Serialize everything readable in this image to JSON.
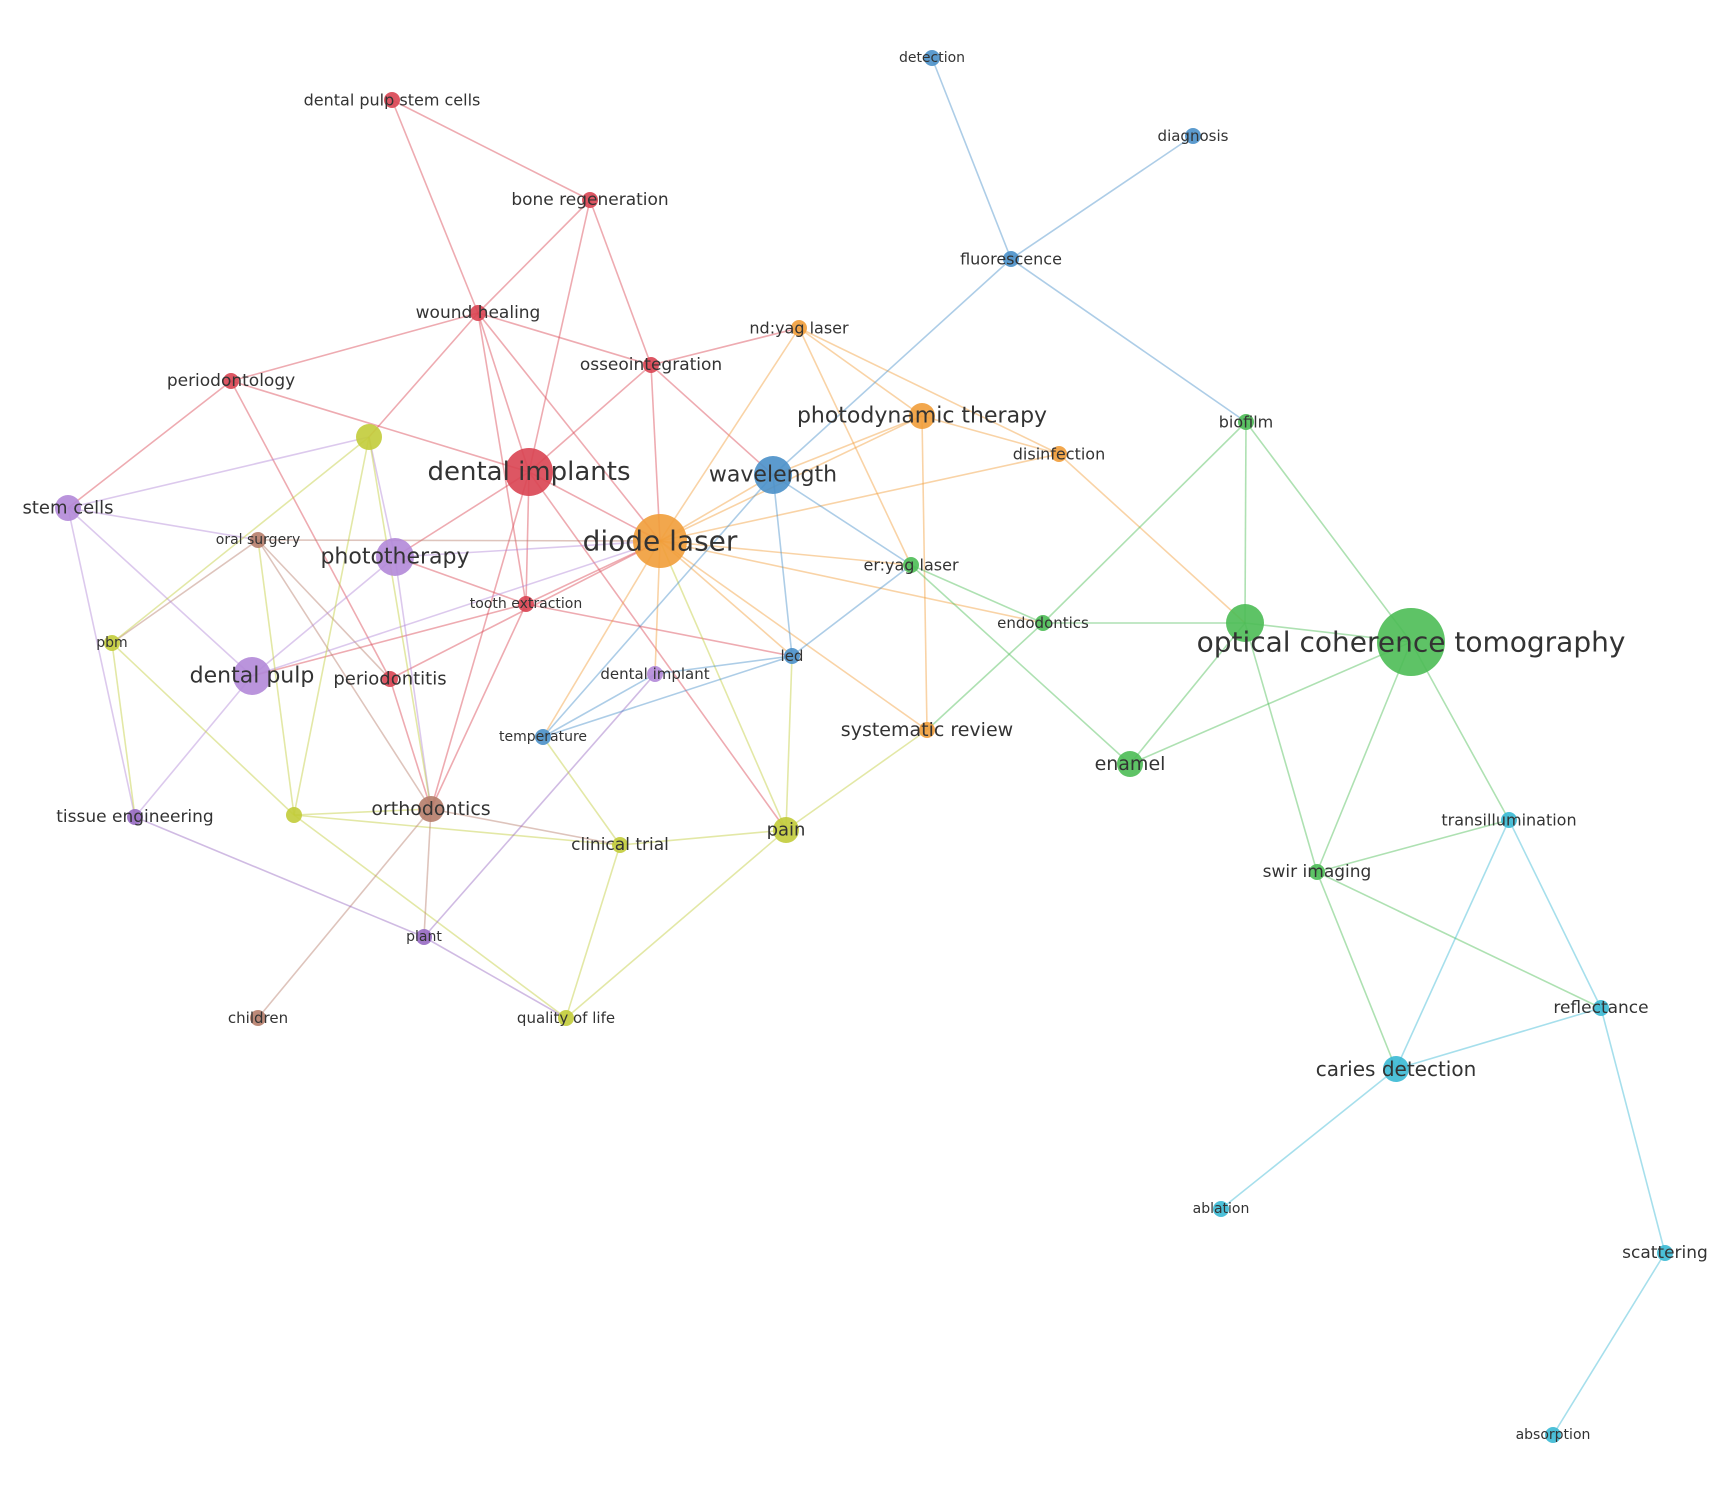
{
  "clusters": {
    "red": "#d94452",
    "orange": "#f19d3a",
    "blue": "#4a90c9",
    "green": "#4cbc55",
    "purple": "#b288d8",
    "yellow": "#c2cc3a",
    "brown": "#b67d6a",
    "cyan": "#3ab9d4",
    "violet": "#9669c2"
  },
  "nodes": [
    {
      "id": "dental-pulp-stem-cells",
      "label": "dental pulp stem cells",
      "cluster": "red",
      "weight": 1
    },
    {
      "id": "bone-regeneration",
      "label": "bone regeneration",
      "cluster": "red",
      "weight": 1
    },
    {
      "id": "wound-healing",
      "label": "wound healing",
      "cluster": "red",
      "weight": 1
    },
    {
      "id": "osseointegration",
      "label": "osseointegration",
      "cluster": "red",
      "weight": 1
    },
    {
      "id": "periodontology",
      "label": "periodontology",
      "cluster": "red",
      "weight": 1
    },
    {
      "id": "dental-implants",
      "label": "dental implants",
      "cluster": "red",
      "weight": 4
    },
    {
      "id": "tooth-extraction",
      "label": "tooth extraction",
      "cluster": "red",
      "weight": 1
    },
    {
      "id": "periodontitis",
      "label": "periodontitis",
      "cluster": "red",
      "weight": 1
    },
    {
      "id": "diode-laser",
      "label": "diode laser",
      "cluster": "orange",
      "weight": 5
    },
    {
      "id": "ndyag-laser",
      "label": "nd:yag laser",
      "cluster": "orange",
      "weight": 1
    },
    {
      "id": "photodynamic-therapy",
      "label": "photodynamic therapy",
      "cluster": "orange",
      "weight": 2
    },
    {
      "id": "disinfection",
      "label": "disinfection",
      "cluster": "orange",
      "weight": 1
    },
    {
      "id": "systematic-review",
      "label": "systematic review",
      "cluster": "orange",
      "weight": 1
    },
    {
      "id": "detection",
      "label": "detection",
      "cluster": "blue",
      "weight": 1
    },
    {
      "id": "diagnosis",
      "label": "diagnosis",
      "cluster": "blue",
      "weight": 1
    },
    {
      "id": "fluorescence",
      "label": "fluorescence",
      "cluster": "blue",
      "weight": 1
    },
    {
      "id": "wavelength",
      "label": "wavelength",
      "cluster": "blue",
      "weight": 3
    },
    {
      "id": "led",
      "label": "led",
      "cluster": "blue",
      "weight": 1
    },
    {
      "id": "temperature",
      "label": "temperature",
      "cluster": "blue",
      "weight": 1
    },
    {
      "id": "biofilm",
      "label": "biofilm",
      "cluster": "green",
      "weight": 1
    },
    {
      "id": "eryag-laser",
      "label": "er:yag laser",
      "cluster": "green",
      "weight": 1
    },
    {
      "id": "endodontics",
      "label": "endodontics",
      "cluster": "green",
      "weight": 1
    },
    {
      "id": "oct-hub",
      "label": "",
      "cluster": "green",
      "weight": 3
    },
    {
      "id": "optical-coherence-tomography",
      "label": "optical coherence tomography",
      "cluster": "green",
      "weight": 6
    },
    {
      "id": "enamel",
      "label": "enamel",
      "cluster": "green",
      "weight": 2
    },
    {
      "id": "swir-imaging",
      "label": "swir imaging",
      "cluster": "green",
      "weight": 1
    },
    {
      "id": "stem-cells",
      "label": "stem cells",
      "cluster": "purple",
      "weight": 2
    },
    {
      "id": "phototherapy",
      "label": "phototherapy",
      "cluster": "purple",
      "weight": 3
    },
    {
      "id": "dental-pulp",
      "label": "dental pulp",
      "cluster": "purple",
      "weight": 3
    },
    {
      "id": "dental-implant",
      "label": "dental implant",
      "cluster": "purple",
      "weight": 1
    },
    {
      "id": "tissue-engineering",
      "label": "tissue engineering",
      "cluster": "violet",
      "weight": 1
    },
    {
      "id": "pbm",
      "label": "pbm",
      "cluster": "yellow",
      "weight": 1
    },
    {
      "id": "yellow-hub-top",
      "label": "",
      "cluster": "yellow",
      "weight": 2
    },
    {
      "id": "yellow-hub-bottom",
      "label": "",
      "cluster": "yellow",
      "weight": 1
    },
    {
      "id": "clinical-trial",
      "label": "clinical trial",
      "cluster": "yellow",
      "weight": 1
    },
    {
      "id": "pain",
      "label": "pain",
      "cluster": "yellow",
      "weight": 2
    },
    {
      "id": "quality-of-life",
      "label": "quality of life",
      "cluster": "yellow",
      "weight": 1
    },
    {
      "id": "plant",
      "label": "plant",
      "cluster": "violet",
      "weight": 1
    },
    {
      "id": "oral-surgery",
      "label": "oral surgery",
      "cluster": "brown",
      "weight": 1
    },
    {
      "id": "orthodontics",
      "label": "orthodontics",
      "cluster": "brown",
      "weight": 2
    },
    {
      "id": "children",
      "label": "children",
      "cluster": "brown",
      "weight": 1
    },
    {
      "id": "transillumination",
      "label": "transillumination",
      "cluster": "cyan",
      "weight": 1
    },
    {
      "id": "reflectance",
      "label": "reflectance",
      "cluster": "cyan",
      "weight": 1
    },
    {
      "id": "caries-detection",
      "label": "caries detection",
      "cluster": "cyan",
      "weight": 2
    },
    {
      "id": "ablation",
      "label": "ablation",
      "cluster": "cyan",
      "weight": 1
    },
    {
      "id": "scattering",
      "label": "scattering",
      "cluster": "cyan",
      "weight": 1
    },
    {
      "id": "absorption",
      "label": "absorption",
      "cluster": "cyan",
      "weight": 1
    }
  ],
  "edges": [
    [
      "dental-pulp-stem-cells",
      "bone-regeneration"
    ],
    [
      "dental-pulp-stem-cells",
      "wound-healing"
    ],
    [
      "bone-regeneration",
      "wound-healing"
    ],
    [
      "bone-regeneration",
      "osseointegration"
    ],
    [
      "bone-regeneration",
      "dental-implants"
    ],
    [
      "wound-healing",
      "periodontology"
    ],
    [
      "wound-healing",
      "dental-implants"
    ],
    [
      "wound-healing",
      "diode-laser"
    ],
    [
      "wound-healing",
      "osseointegration"
    ],
    [
      "wound-healing",
      "yellow-hub-top"
    ],
    [
      "wound-healing",
      "tooth-extraction"
    ],
    [
      "osseointegration",
      "dental-implants"
    ],
    [
      "osseointegration",
      "diode-laser"
    ],
    [
      "osseointegration",
      "ndyag-laser"
    ],
    [
      "osseointegration",
      "wavelength"
    ],
    [
      "periodontology",
      "dental-implants"
    ],
    [
      "periodontology",
      "periodontitis"
    ],
    [
      "periodontology",
      "stem-cells"
    ],
    [
      "dental-implants",
      "diode-laser"
    ],
    [
      "dental-implants",
      "phototherapy"
    ],
    [
      "dental-implants",
      "pain"
    ],
    [
      "dental-implants",
      "orthodontics"
    ],
    [
      "dental-implants",
      "tooth-extraction"
    ],
    [
      "tooth-extraction",
      "phototherapy"
    ],
    [
      "tooth-extraction",
      "diode-laser"
    ],
    [
      "tooth-extraction",
      "orthodontics"
    ],
    [
      "tooth-extraction",
      "dental-pulp"
    ],
    [
      "tooth-extraction",
      "led"
    ],
    [
      "periodontitis",
      "orthodontics"
    ],
    [
      "periodontitis",
      "diode-laser"
    ],
    [
      "oral-surgery",
      "orthodontics"
    ],
    [
      "oral-surgery",
      "periodontitis"
    ],
    [
      "oral-surgery",
      "pbm"
    ],
    [
      "oral-surgery",
      "diode-laser"
    ],
    [
      "stem-cells",
      "oral-surgery"
    ],
    [
      "stem-cells",
      "dental-pulp"
    ],
    [
      "stem-cells",
      "tissue-engineering"
    ],
    [
      "stem-cells",
      "yellow-hub-top"
    ],
    [
      "phototherapy",
      "dental-pulp"
    ],
    [
      "phototherapy",
      "orthodontics"
    ],
    [
      "phototherapy",
      "yellow-hub-top"
    ],
    [
      "phototherapy",
      "diode-laser"
    ],
    [
      "dental-pulp",
      "tissue-engineering"
    ],
    [
      "dental-pulp",
      "diode-laser"
    ],
    [
      "pbm",
      "yellow-hub-top"
    ],
    [
      "pbm",
      "tissue-engineering"
    ],
    [
      "pbm",
      "yellow-hub-bottom"
    ],
    [
      "yellow-hub-top",
      "yellow-hub-bottom"
    ],
    [
      "yellow-hub-top",
      "orthodontics"
    ],
    [
      "yellow-hub-bottom",
      "orthodontics"
    ],
    [
      "yellow-hub-bottom",
      "clinical-trial"
    ],
    [
      "yellow-hub-bottom",
      "quality-of-life"
    ],
    [
      "yellow-hub-bottom",
      "oral-surgery"
    ],
    [
      "orthodontics",
      "children"
    ],
    [
      "orthodontics",
      "plant"
    ],
    [
      "orthodontics",
      "clinical-trial"
    ],
    [
      "tissue-engineering",
      "plant"
    ],
    [
      "plant",
      "quality-of-life"
    ],
    [
      "plant",
      "dental-implant"
    ],
    [
      "clinical-trial",
      "pain"
    ],
    [
      "clinical-trial",
      "quality-of-life"
    ],
    [
      "clinical-trial",
      "temperature"
    ],
    [
      "pain",
      "quality-of-life"
    ],
    [
      "pain",
      "systematic-review"
    ],
    [
      "pain",
      "diode-laser"
    ],
    [
      "pain",
      "led"
    ],
    [
      "diode-laser",
      "wavelength"
    ],
    [
      "diode-laser",
      "photodynamic-therapy"
    ],
    [
      "diode-laser",
      "ndyag-laser"
    ],
    [
      "diode-laser",
      "disinfection"
    ],
    [
      "diode-laser",
      "eryag-laser"
    ],
    [
      "diode-laser",
      "systematic-review"
    ],
    [
      "diode-laser",
      "temperature"
    ],
    [
      "diode-laser",
      "led"
    ],
    [
      "diode-laser",
      "dental-implant"
    ],
    [
      "diode-laser",
      "endodontics"
    ],
    [
      "ndyag-laser",
      "photodynamic-therapy"
    ],
    [
      "ndyag-laser",
      "disinfection"
    ],
    [
      "ndyag-laser",
      "eryag-laser"
    ],
    [
      "photodynamic-therapy",
      "systematic-review"
    ],
    [
      "photodynamic-therapy",
      "disinfection"
    ],
    [
      "photodynamic-therapy",
      "wavelength"
    ],
    [
      "disinfection",
      "oct-hub"
    ],
    [
      "wavelength",
      "fluorescence"
    ],
    [
      "wavelength",
      "led"
    ],
    [
      "wavelength",
      "temperature"
    ],
    [
      "wavelength",
      "eryag-laser"
    ],
    [
      "led",
      "temperature"
    ],
    [
      "led",
      "dental-implant"
    ],
    [
      "led",
      "eryag-laser"
    ],
    [
      "temperature",
      "dental-implant"
    ],
    [
      "detection",
      "fluorescence"
    ],
    [
      "diagnosis",
      "fluorescence"
    ],
    [
      "fluorescence",
      "biofilm"
    ],
    [
      "biofilm",
      "oct-hub"
    ],
    [
      "biofilm",
      "optical-coherence-tomography"
    ],
    [
      "biofilm",
      "endodontics"
    ],
    [
      "eryag-laser",
      "endodontics"
    ],
    [
      "eryag-laser",
      "enamel"
    ],
    [
      "endodontics",
      "oct-hub"
    ],
    [
      "endodontics",
      "systematic-review"
    ],
    [
      "oct-hub",
      "optical-coherence-tomography"
    ],
    [
      "oct-hub",
      "swir-imaging"
    ],
    [
      "oct-hub",
      "enamel"
    ],
    [
      "optical-coherence-tomography",
      "enamel"
    ],
    [
      "optical-coherence-tomography",
      "swir-imaging"
    ],
    [
      "optical-coherence-tomography",
      "transillumination"
    ],
    [
      "swir-imaging",
      "transillumination"
    ],
    [
      "swir-imaging",
      "caries-detection"
    ],
    [
      "swir-imaging",
      "reflectance"
    ],
    [
      "transillumination",
      "caries-detection"
    ],
    [
      "transillumination",
      "reflectance"
    ],
    [
      "caries-detection",
      "reflectance"
    ],
    [
      "caries-detection",
      "ablation"
    ],
    [
      "reflectance",
      "scattering"
    ],
    [
      "scattering",
      "absorption"
    ]
  ]
}
